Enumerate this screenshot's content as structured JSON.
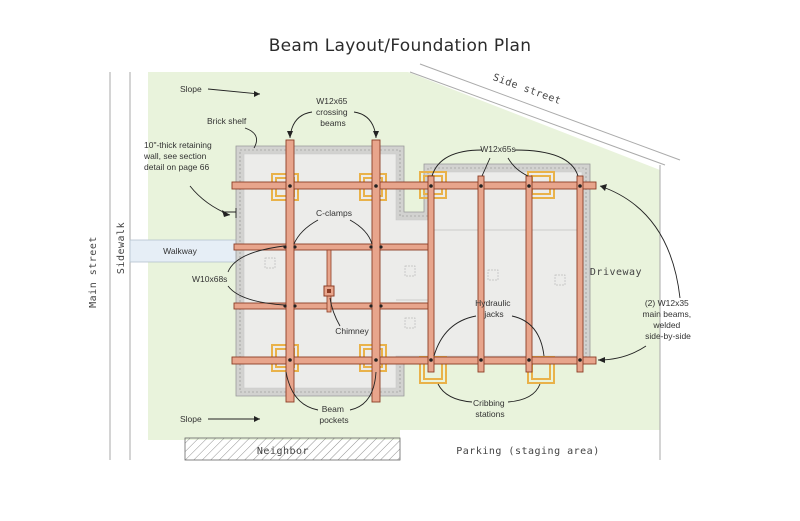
{
  "title": "Beam Layout/Foundation Plan",
  "streets": {
    "main_street": "Main street",
    "sidewalk": "Sidewalk",
    "side_street": "Side street",
    "driveway": "Driveway",
    "neighbor": "Neighbor",
    "parking": "Parking (staging area)",
    "walkway": "Walkway"
  },
  "labels": {
    "slope_top": "Slope",
    "slope_bottom": "Slope",
    "brick_shelf": "Brick shelf",
    "retaining_wall": [
      "10\"-thick retaining",
      "wall, see section",
      "detail on page 66"
    ],
    "crossing_beams": [
      "W12x65",
      "crossing",
      "beams"
    ],
    "w12x65s": "W12x65s",
    "c_clamps": "C-clamps",
    "w10x68s": "W10x68s",
    "chimney": "Chimney",
    "hydraulic_jacks": [
      "Hydraulic",
      "jacks"
    ],
    "main_beams": [
      "(2) W12x35",
      "main beams,",
      "welded",
      "side-by-side"
    ],
    "beam_pockets": [
      "Beam",
      "pockets"
    ],
    "cribbing_stations": [
      "Cribbing",
      "stations"
    ]
  },
  "colors": {
    "lawn": "#e9f3dc",
    "slab": "#ececea",
    "beam_fill": "#e8a58c",
    "beam_stroke": "#8c3d25",
    "cribbing": "#e9b24a",
    "wall": "#b8b8b8"
  }
}
